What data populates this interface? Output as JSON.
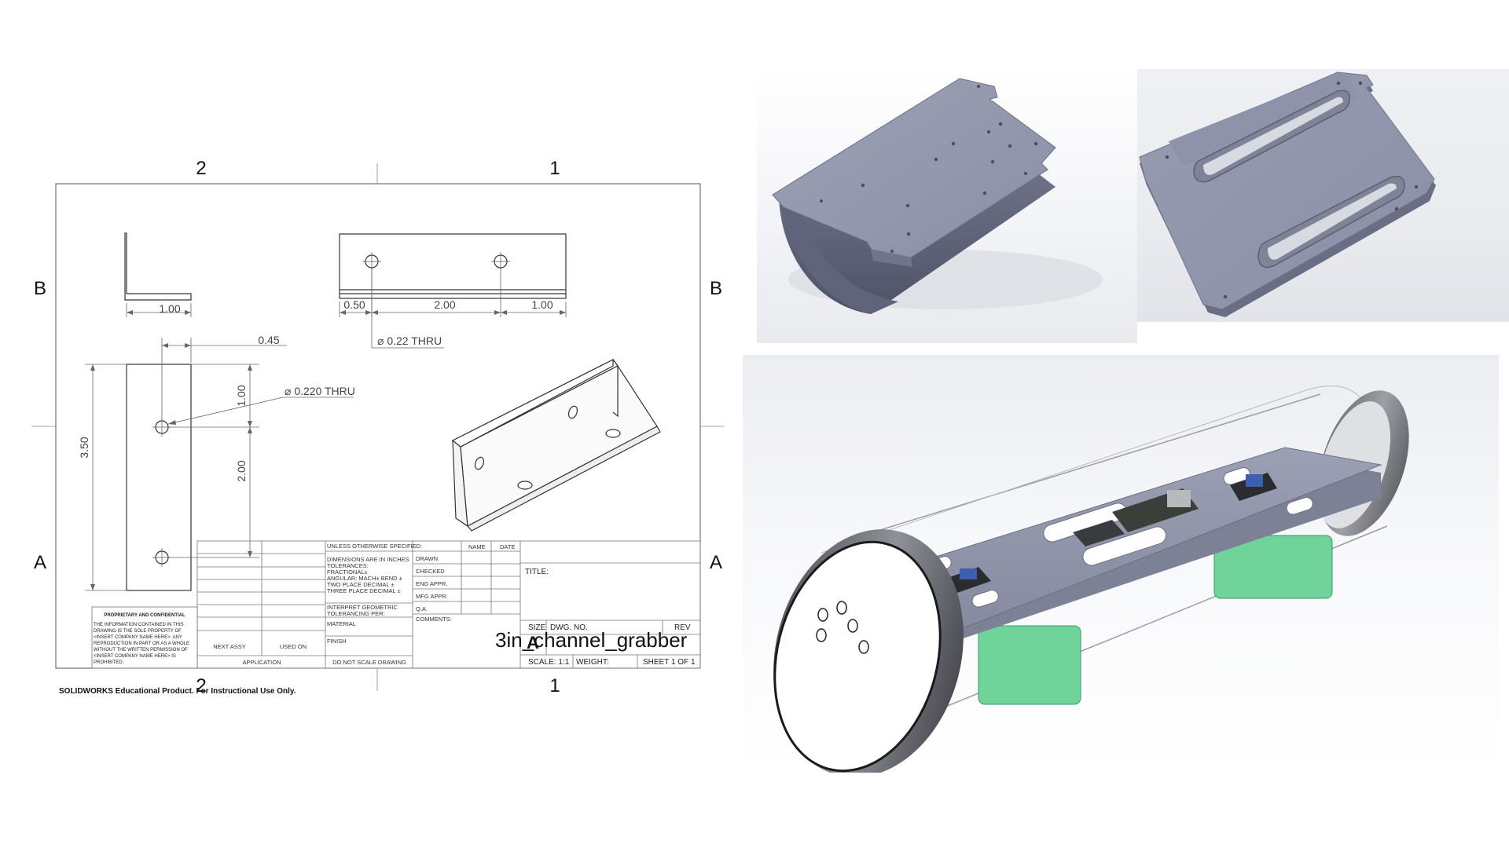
{
  "drawing": {
    "zones": {
      "top_left": "2",
      "top_right": "1",
      "bottom_left": "2",
      "bottom_right": "1",
      "row_upper_left": "B",
      "row_upper_right": "B",
      "row_lower_left": "A",
      "row_lower_right": "A"
    },
    "dimensions": {
      "width_top_view": "1.00",
      "offset_045": "0.45",
      "height_350": "3.50",
      "spacing_100": "1.00",
      "spacing_200": "2.00",
      "hole_callout_front": "⌀ 0.220 THRU",
      "side_050": "0.50",
      "side_200": "2.00",
      "side_100": "1.00",
      "hole_callout_side": "⌀ 0.22 THRU"
    },
    "title_block": {
      "unless": "UNLESS OTHERWISE SPECIFIED:",
      "name_header": "NAME",
      "date_header": "DATE",
      "dims_line1": "DIMENSIONS ARE IN INCHES",
      "dims_line2": "TOLERANCES:",
      "dims_line3": "FRACTIONAL±",
      "dims_line4": "ANGULAR: MACH±    BEND ±",
      "dims_line5": "TWO PLACE DECIMAL    ±",
      "dims_line6": "THREE PLACE DECIMAL  ±",
      "drawn": "DRAWN",
      "checked": "CHECKED",
      "eng_appr": "ENG APPR.",
      "mfg_appr": "MFG APPR.",
      "qa": "Q.A.",
      "comments": "COMMENTS:",
      "interpret1": "INTERPRET GEOMETRIC",
      "interpret2": "TOLERANCING PER:",
      "material": "MATERIAL",
      "finish": "FINISH",
      "next_assy": "NEXT ASSY",
      "used_on": "USED ON",
      "application": "APPLICATION",
      "do_not_scale": "DO NOT SCALE DRAWING",
      "title_label": "TITLE:",
      "size_label": "SIZE",
      "size_value": "A",
      "dwg_no": "DWG.  NO.",
      "rev": "REV",
      "part_name": "3in_channel_grabber",
      "scale": "SCALE: 1:1",
      "weight": "WEIGHT:",
      "sheet": "SHEET 1 OF 1",
      "prop_title": "PROPRIETARY AND CONFIDENTIAL",
      "prop_lines": [
        "THE INFORMATION CONTAINED IN THIS",
        "DRAWING IS THE SOLE PROPERTY OF",
        "<INSERT COMPANY NAME HERE>.  ANY",
        "REPRODUCTION IN PART OR AS A WHOLE",
        "WITHOUT THE WRITTEN PERMISSION OF",
        "<INSERT COMPANY NAME HERE> IS",
        "PROHIBITED."
      ]
    },
    "footer": "SOLIDWORKS Educational Product. For Instructional Use Only."
  },
  "renders": {
    "left": {
      "subject": "half-cylinder mounting block",
      "body_color": "#8a8fa6"
    },
    "right": {
      "subject": "slotted mounting plate",
      "body_color": "#8a8fa6"
    },
    "bottom": {
      "subject": "electronics tray assembly in clear tube",
      "tray_color": "#8c92a8",
      "battery_color": "#6fd39a"
    }
  }
}
